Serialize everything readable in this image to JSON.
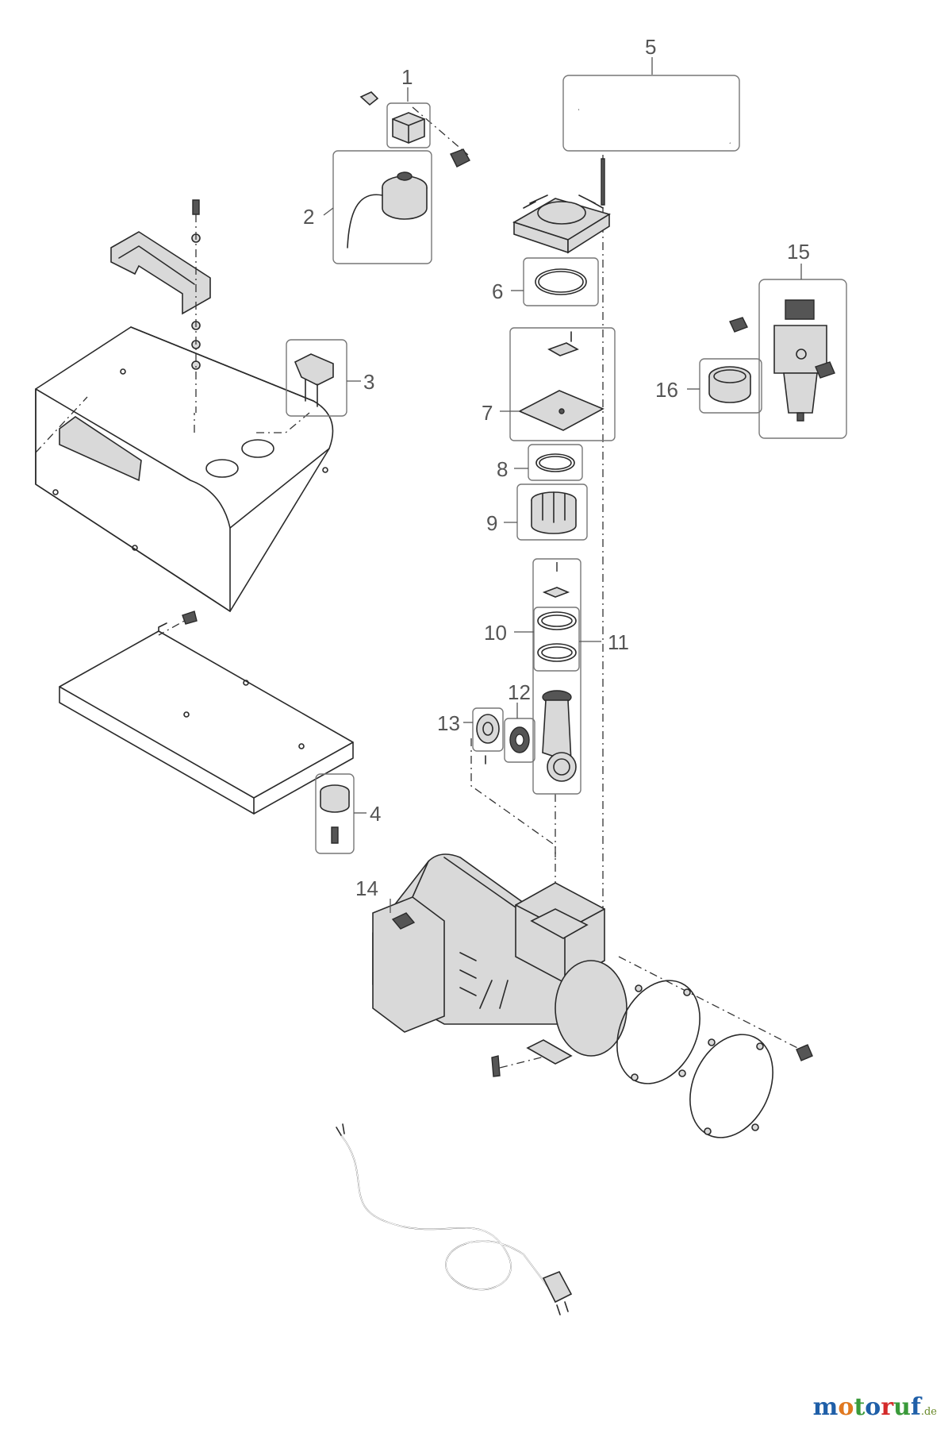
{
  "callouts": {
    "c1": "1",
    "c2": "2",
    "c3": "3",
    "c4": "4",
    "c5": "5",
    "c6": "6",
    "c7": "7",
    "c8": "8",
    "c9": "9",
    "c10": "10",
    "c11": "11",
    "c12": "12",
    "c13": "13",
    "c14": "14",
    "c15": "15",
    "c16": "16"
  },
  "logo": {
    "letters": [
      "m",
      "o",
      "t",
      "o",
      "r",
      "u",
      "f"
    ],
    "suffix": ".de",
    "colors": [
      "#1f5fa8",
      "#e07820",
      "#3a9a3a",
      "#1f5fa8",
      "#d42a2a",
      "#3a9a3a",
      "#1f5fa8"
    ]
  }
}
